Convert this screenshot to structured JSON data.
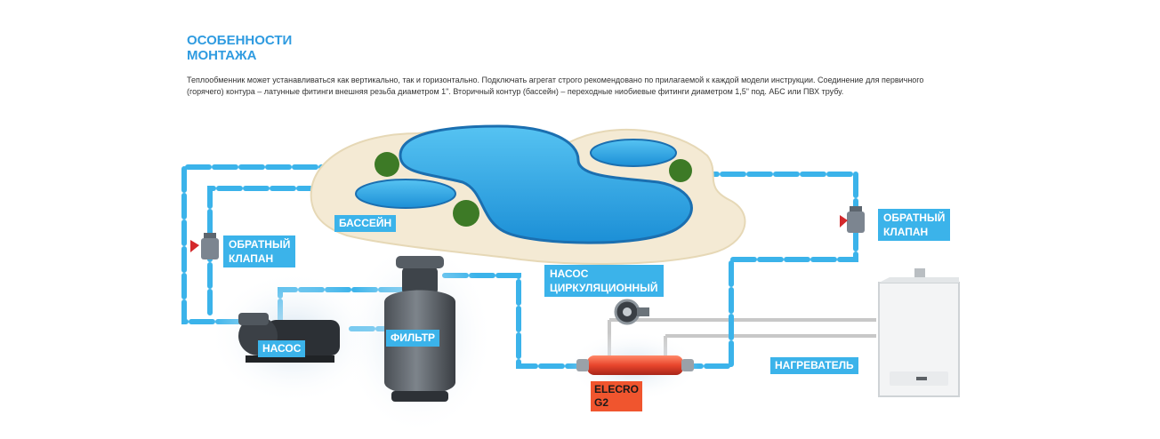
{
  "section": {
    "title_line1": "ОСОБЕННОСТИ",
    "title_line2": "МОНТАЖА",
    "description": "Теплообменник может устанавливаться как вертикально, так и горизонтально. Подключать агрегат строго рекомендовано по прилагаемой к каждой модели инструкции. Соединение для первичного (горячего) контура – латунные фитинги внешняя резьба диаметром 1\". Вторичный контур (бассейн) – переходные ниобиевые фитинги диаметром 1,5\" под. АБС или ПВХ трубу."
  },
  "diagram": {
    "pool_label": "БАССЕЙН",
    "check_valve_left_line1": "ОБРАТНЫЙ",
    "check_valve_left_line2": "КЛАПАН",
    "check_valve_right_line1": "ОБРАТНЫЙ",
    "check_valve_right_line2": "КЛАПАН",
    "pump_label": "НАСОС",
    "filter_label": "ФИЛЬТР",
    "circ_pump_line1": "НАСОС",
    "circ_pump_line2": "ЦИРКУЛЯЦИОННЫЙ",
    "heater_label": "НАГРЕВАТЕЛЬ",
    "exchanger_line1": "ELECRO",
    "exchanger_line2": "G2",
    "pipe_color": "#3bb3ea",
    "hot_pipe_color": "#c8c8c8",
    "exchanger_color": "#e8452c"
  }
}
